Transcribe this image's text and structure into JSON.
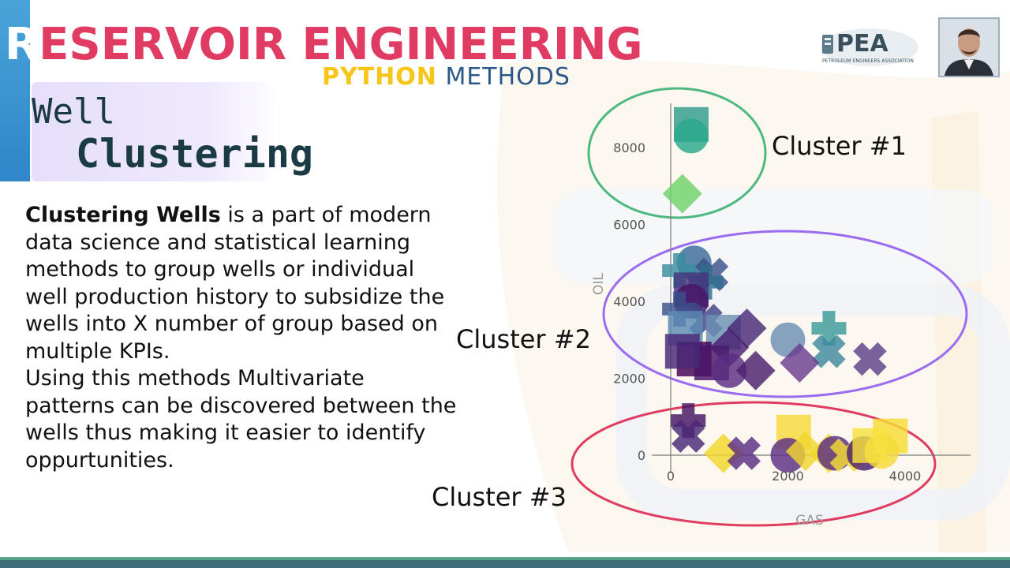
{
  "header": {
    "title_first_letter": "R",
    "title_rest": "ESERVOIR ENGINEERING",
    "subtitle_word1": "PYTHON",
    "subtitle_word2": "METHODS"
  },
  "heading": {
    "line1": "Well",
    "line2": "Clustering"
  },
  "body": {
    "bold_lead": "Clustering Wells",
    "text1": " is a part of modern data science and statistical learning methods to group wells or individual well production history to subsidize the wells into X number of group based on multiple KPIs.",
    "text2": "Using this methods Multivariate patterns  can be discovered between the wells thus making it easier to identify oppurtunities."
  },
  "logo": {
    "name": "PEA",
    "subtitle": "PETROLEUM ENGINEERS ASSOCIATION"
  },
  "cluster_labels": [
    "Cluster #1",
    "Cluster #2",
    "Cluster #3"
  ],
  "colors": {
    "title": "#e03c63",
    "subtitle_word1": "#f5c518",
    "subtitle_word2": "#2b5a8a",
    "cluster1_ring": "#4db880",
    "cluster2_ring": "#9b6cf0",
    "cluster3_ring": "#e03c63"
  },
  "chart_data": {
    "type": "scatter",
    "xlabel": "GAS",
    "ylabel": "OIL",
    "x_ticks": [
      0,
      2000,
      4000
    ],
    "y_ticks": [
      0,
      2000,
      4000,
      6000,
      8000
    ],
    "xlim": [
      -100,
      5100
    ],
    "ylim": [
      -700,
      9200
    ],
    "grid": false,
    "legend": "none",
    "points": [
      {
        "x": 350,
        "y": 8600,
        "shape": "square",
        "color": "#2e9c8c"
      },
      {
        "x": 350,
        "y": 8300,
        "shape": "circle",
        "color": "#2aa88a"
      },
      {
        "x": 200,
        "y": 6800,
        "shape": "diamond",
        "color": "#6fd16a"
      },
      {
        "x": 400,
        "y": 5000,
        "shape": "circle",
        "color": "#3b6a9a"
      },
      {
        "x": 150,
        "y": 4800,
        "shape": "cross",
        "color": "#3a8ca0"
      },
      {
        "x": 700,
        "y": 4700,
        "shape": "x",
        "color": "#3b528b"
      },
      {
        "x": 600,
        "y": 4500,
        "shape": "cross",
        "color": "#2d6f8e"
      },
      {
        "x": 350,
        "y": 4300,
        "shape": "square",
        "color": "#46337e"
      },
      {
        "x": 350,
        "y": 4000,
        "shape": "circle",
        "color": "#471365"
      },
      {
        "x": 150,
        "y": 3800,
        "shape": "cross",
        "color": "#3b528b"
      },
      {
        "x": 600,
        "y": 3500,
        "shape": "x",
        "color": "#414487"
      },
      {
        "x": 250,
        "y": 3300,
        "shape": "square",
        "color": "#5b8bb5"
      },
      {
        "x": 900,
        "y": 3200,
        "shape": "square",
        "color": "#6a8fb5"
      },
      {
        "x": 1300,
        "y": 3300,
        "shape": "diamond",
        "color": "#482878"
      },
      {
        "x": 2000,
        "y": 3000,
        "shape": "circle",
        "color": "#6b8fb5"
      },
      {
        "x": 2700,
        "y": 3300,
        "shape": "cross",
        "color": "#3a9a9a"
      },
      {
        "x": 2700,
        "y": 2700,
        "shape": "x",
        "color": "#3d8aa0"
      },
      {
        "x": 3400,
        "y": 2500,
        "shape": "x",
        "color": "#5b3f8a"
      },
      {
        "x": 2200,
        "y": 2400,
        "shape": "diamond",
        "color": "#6a3d8f"
      },
      {
        "x": 400,
        "y": 2500,
        "shape": "square",
        "color": "#440154"
      },
      {
        "x": 700,
        "y": 2400,
        "shape": "square",
        "color": "#471365"
      },
      {
        "x": 200,
        "y": 2700,
        "shape": "square",
        "color": "#482878"
      },
      {
        "x": 1000,
        "y": 2800,
        "shape": "diamond",
        "color": "#481f70"
      },
      {
        "x": 1000,
        "y": 2200,
        "shape": "circle",
        "color": "#5a2d82"
      },
      {
        "x": 1450,
        "y": 2200,
        "shape": "diamond",
        "color": "#4b1e6e"
      },
      {
        "x": 300,
        "y": 900,
        "shape": "cross",
        "color": "#471365"
      },
      {
        "x": 300,
        "y": 500,
        "shape": "x",
        "color": "#482878"
      },
      {
        "x": 900,
        "y": 50,
        "shape": "diamond",
        "color": "#f2d729"
      },
      {
        "x": 1250,
        "y": 50,
        "shape": "x",
        "color": "#5a2d82"
      },
      {
        "x": 2100,
        "y": 600,
        "shape": "square",
        "color": "#f5d93a"
      },
      {
        "x": 2000,
        "y": 0,
        "shape": "circle",
        "color": "#5b2e85"
      },
      {
        "x": 2300,
        "y": 100,
        "shape": "diamond",
        "color": "#f0d52e"
      },
      {
        "x": 2700,
        "y": 50,
        "shape": "diamond",
        "color": "#f2d729"
      },
      {
        "x": 2800,
        "y": 50,
        "shape": "circle",
        "color": "#5a2d82"
      },
      {
        "x": 3000,
        "y": 0,
        "shape": "x",
        "color": "#f4dc36"
      },
      {
        "x": 3300,
        "y": 50,
        "shape": "circle",
        "color": "#4b1e6e"
      },
      {
        "x": 3600,
        "y": 100,
        "shape": "circle",
        "color": "#f5d93a"
      },
      {
        "x": 3750,
        "y": 500,
        "shape": "square",
        "color": "#f4dc36"
      },
      {
        "x": 3400,
        "y": 250,
        "shape": "square",
        "color": "#f6e040"
      }
    ]
  }
}
